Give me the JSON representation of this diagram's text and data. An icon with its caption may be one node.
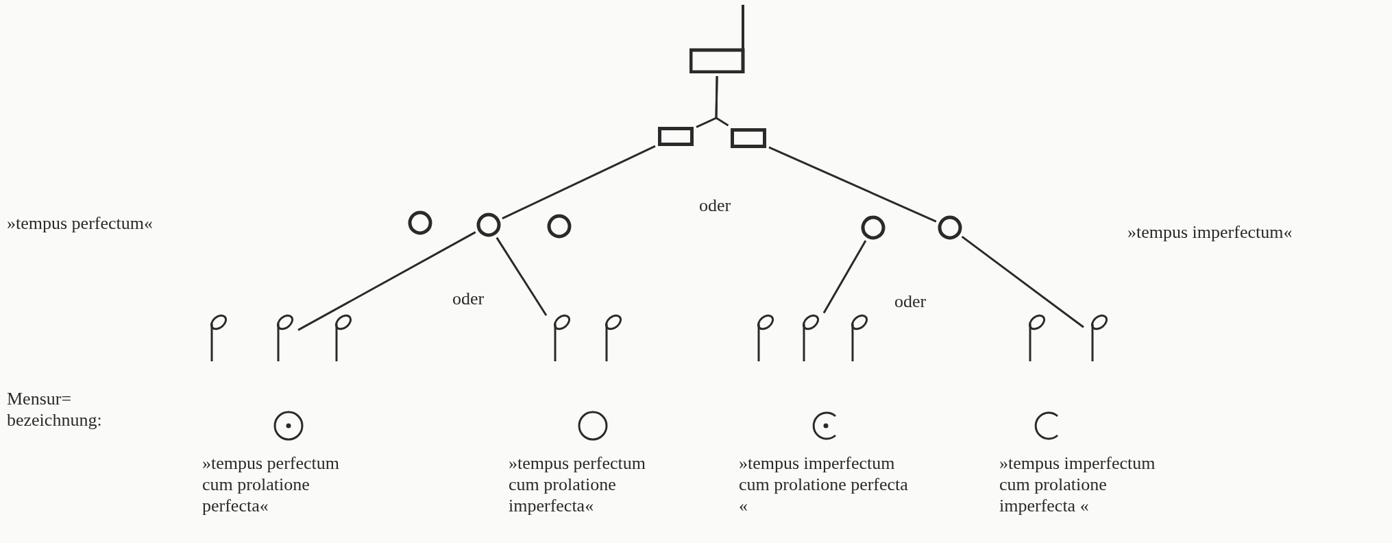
{
  "diagram": {
    "nodes": [
      {
        "text": [],
        "shape": "note"
      },
      {
        "text": [],
        "shape": "box"
      },
      {
        "text": [],
        "shape": "box"
      },
      {
        "text": [],
        "shape": "circle"
      },
      {
        "text": [],
        "shape": "circle"
      },
      {
        "text": [],
        "shape": "circle"
      },
      {
        "text": [],
        "shape": "circle"
      },
      {
        "text": [],
        "shape": "circle"
      },
      {
        "text": [],
        "shape": "note"
      },
      {
        "text": [],
        "shape": "note"
      },
      {
        "text": [],
        "shape": "note"
      },
      {
        "text": [],
        "shape": "note"
      },
      {
        "text": [],
        "shape": "note"
      },
      {
        "text": [],
        "shape": "note"
      },
      {
        "text": [],
        "shape": "note"
      },
      {
        "text": [],
        "shape": "note"
      },
      {
        "text": [],
        "shape": "note"
      },
      {
        "text": [],
        "shape": "note"
      },
      {
        "text": [
          "»tempus perfectum cum prolatione perfecta«"
        ]
      },
      {
        "text": [
          "»tempus perfectum cum prolatione imperfecta«"
        ]
      },
      {
        "text": [
          "»tempus imperfectum cum prolatione perfecta «"
        ]
      },
      {
        "text": [
          "»tempus imperfectum cum prolatione imperfecta «"
        ]
      }
    ],
    "edges": [
      {
        "from": 0,
        "to": 1,
        "arrow": "none"
      },
      {
        "from": 0,
        "to": 2,
        "arrow": "none"
      },
      {
        "from": 1,
        "to": 4,
        "arrow": "none"
      },
      {
        "from": 2,
        "to": 7,
        "arrow": "none"
      },
      {
        "from": 4,
        "to": 9,
        "arrow": "none"
      },
      {
        "from": 4,
        "to": 11,
        "arrow": "none"
      },
      {
        "from": 6,
        "to": 14,
        "arrow": "none"
      },
      {
        "from": 7,
        "to": 17,
        "arrow": "none"
      }
    ],
    "labels": [
      "oder",
      "»tempus perfectum«",
      "»tempus imperfectum«",
      "oder",
      "oder",
      "Mensur= bezeichnung:"
    ]
  }
}
